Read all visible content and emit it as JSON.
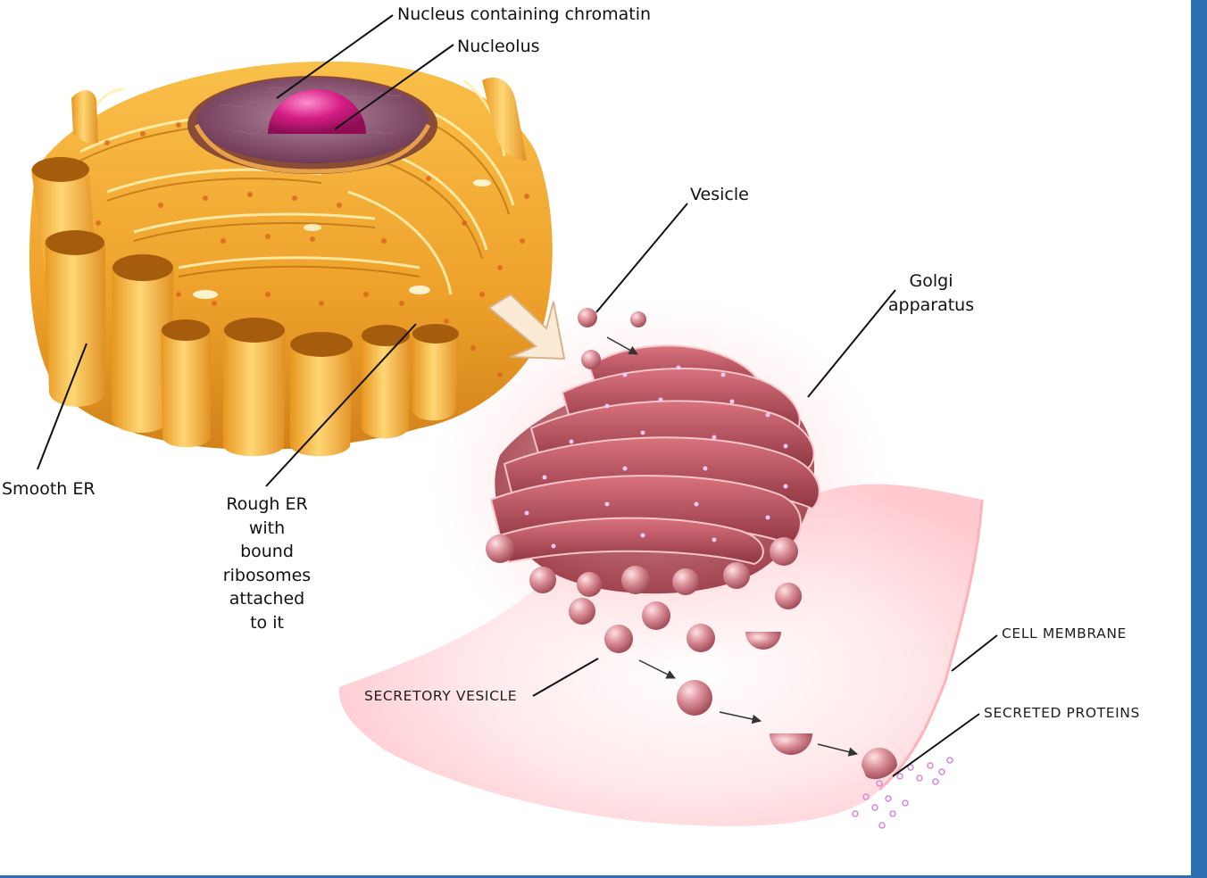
{
  "labels": {
    "nucleus": "Nucleus containing chromatin",
    "nucleolus": "Nucleolus",
    "vesicle": "Vesicle",
    "golgi": [
      "Golgi",
      "apparatus"
    ],
    "smooth_er": "Smooth ER",
    "rough_er": [
      "Rough ER",
      "with",
      "bound",
      "ribosomes",
      "attached",
      "to it"
    ],
    "cell_membrane": "CELL MEMBRANE",
    "secretory_vesicle": "SECRETORY VESICLE",
    "secreted_proteins": "SECRETED PROTEINS"
  },
  "colors": {
    "er": "#f0a82a",
    "er_dark": "#c57410",
    "nucleus": "#7a3f5e",
    "nucleolus": "#c8157a",
    "golgi": "#b4505a",
    "vesicle": "#cf7a84",
    "membrane_fill": "#ffe3e6",
    "frame": "#2d6fb4"
  }
}
